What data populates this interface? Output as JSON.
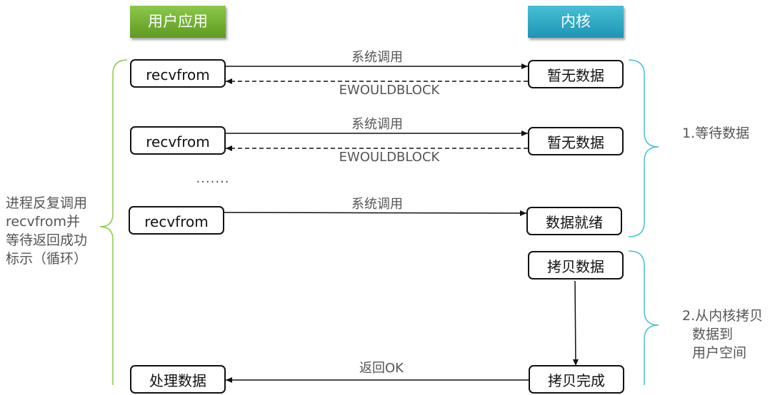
{
  "headers": {
    "user_app": "用户应用",
    "kernel": "内核"
  },
  "rows": [
    {
      "left": "recvfrom",
      "right": "暂无数据",
      "call": "系统调用",
      "reply": "EWOULDBLOCK"
    },
    {
      "left": "recvfrom",
      "right": "暂无数据",
      "call": "系统调用",
      "reply": "EWOULDBLOCK"
    },
    {
      "left": "recvfrom",
      "right": "数据就绪",
      "call": "系统调用"
    }
  ],
  "ellipsis": ".......",
  "copy_box": "拷贝数据",
  "final": {
    "left": "处理数据",
    "right": "拷贝完成",
    "label": "返回OK"
  },
  "phases": {
    "wait": "1.等待数据",
    "copy_line1": "2.从内核拷贝",
    "copy_line2": "数据到",
    "copy_line3": "用户空间"
  },
  "left_note": {
    "line1": "进程反复调用",
    "line2": "recvfrom并",
    "line3": "等待返回成功",
    "line4": "标示（循环）"
  },
  "colors": {
    "green": "#8cc84a",
    "teal": "#48bfd6"
  }
}
